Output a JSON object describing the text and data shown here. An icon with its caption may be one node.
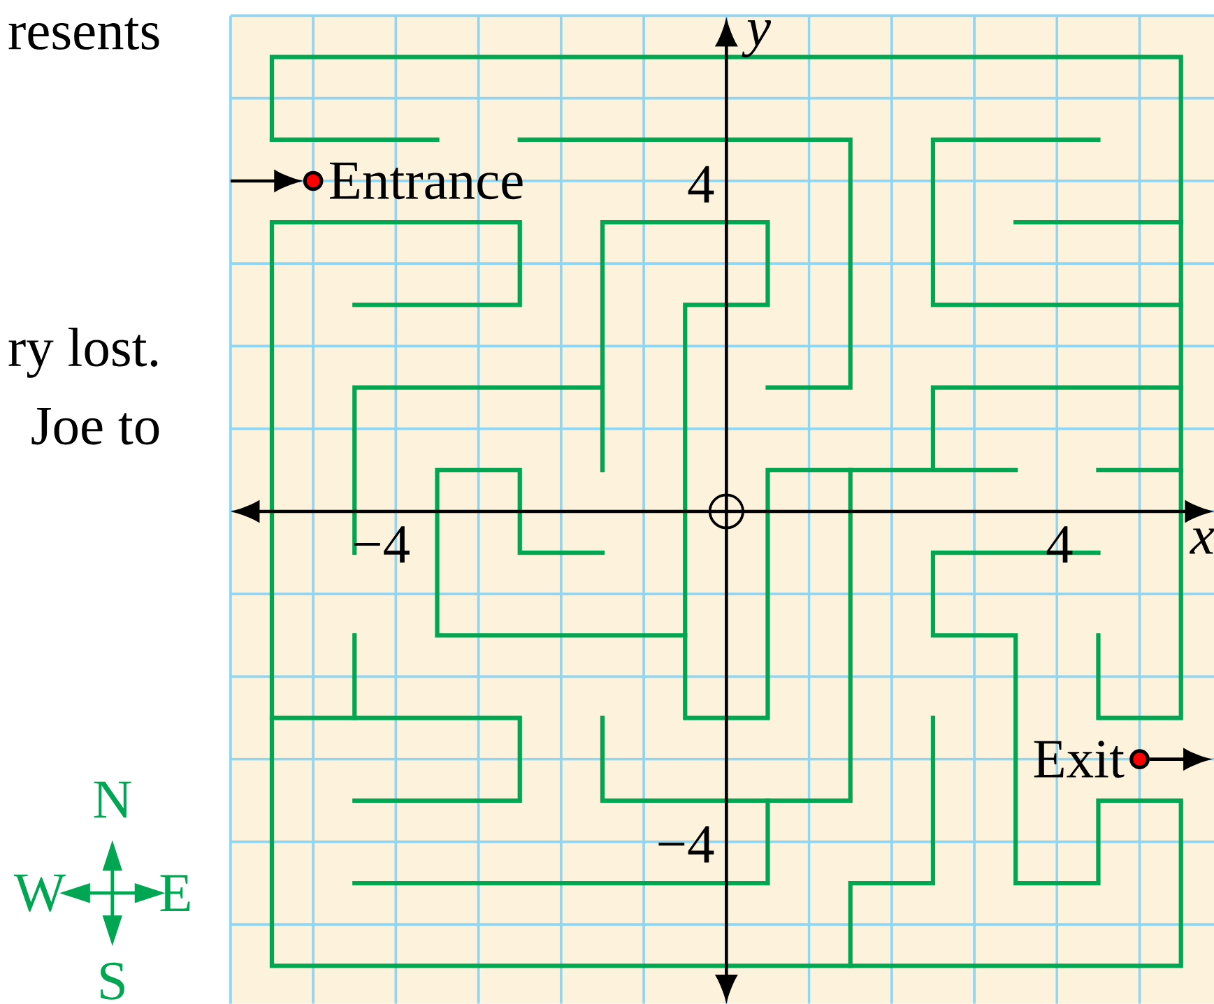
{
  "diagram": {
    "nodes": [
      {
        "text": [],
        "shape": "circle",
        "beside": [
          "Entrance"
        ]
      },
      {
        "text": [],
        "shape": "circle",
        "beside": [
          "Exit"
        ]
      }
    ],
    "edges": [
      {
        "from": null,
        "to": 0,
        "arrow": "to"
      },
      {
        "from": 1,
        "to": null,
        "arrow": "to"
      }
    ],
    "labels": [
      "resents",
      "y",
      "4",
      "ry lost.",
      "Joe to",
      "−4",
      "4",
      "x",
      "−4",
      "N",
      "W",
      "E",
      "S"
    ]
  }
}
